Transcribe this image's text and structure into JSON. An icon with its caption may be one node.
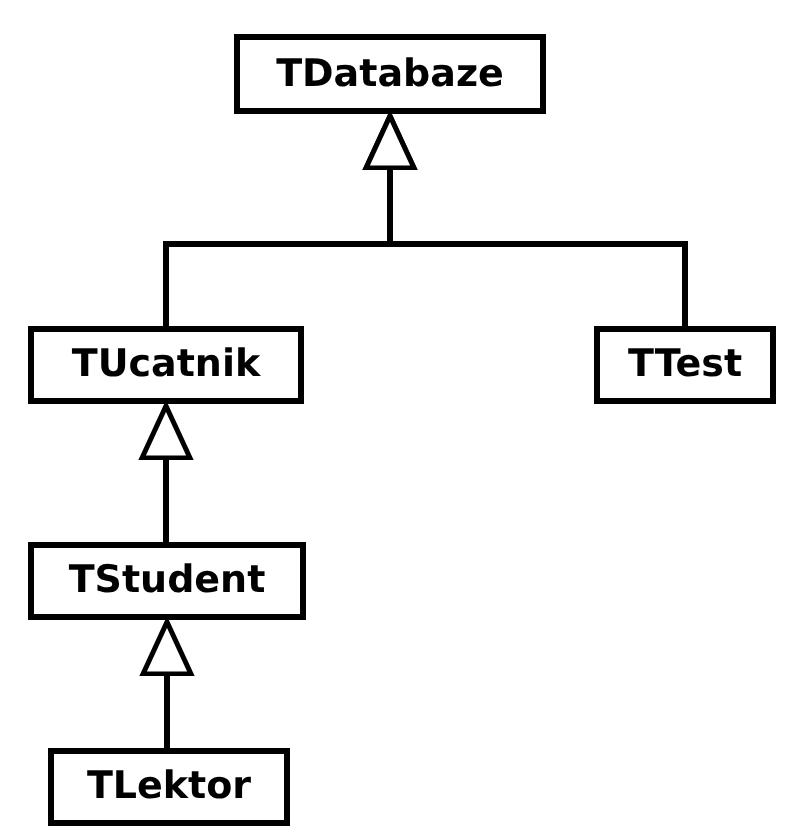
{
  "diagram": {
    "nodes": [
      {
        "text": [
          "TDatabaze"
        ]
      },
      {
        "text": [
          "TUcatnik"
        ]
      },
      {
        "text": [
          "TTest"
        ]
      },
      {
        "text": [
          "TStudent"
        ]
      },
      {
        "text": [
          "TLektor"
        ]
      }
    ],
    "edges": [
      {
        "from": 1,
        "to": 0,
        "arrow": "to"
      },
      {
        "from": 2,
        "to": 0,
        "arrow": "to"
      },
      {
        "from": 3,
        "to": 1,
        "arrow": "to"
      },
      {
        "from": 4,
        "to": 3,
        "arrow": "to"
      }
    ]
  }
}
